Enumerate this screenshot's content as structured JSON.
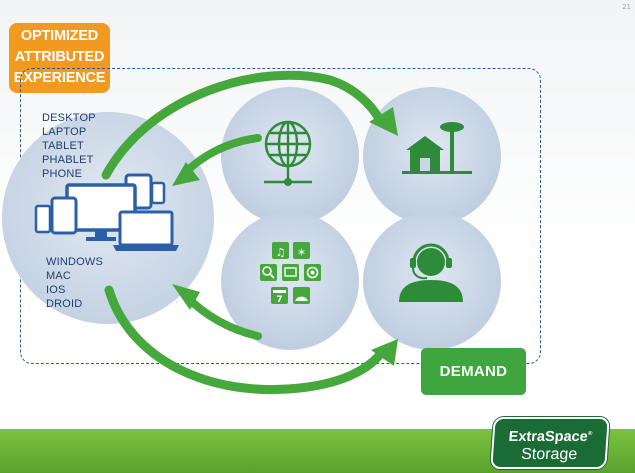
{
  "page_number": "21",
  "title_badge": {
    "lines": [
      "OPTIMIZED",
      "ATTRIBUTED",
      "EXPERIENCE"
    ]
  },
  "devices": {
    "items": [
      "DESKTOP",
      "LAPTOP",
      "TABLET",
      "PHABLET",
      "PHONE"
    ]
  },
  "operating_systems": {
    "items": [
      "WINDOWS",
      "MAC",
      "IOS",
      "DROID"
    ]
  },
  "demand_label": "DEMAND",
  "logo": {
    "line1": "ExtraSpace",
    "line2": "Storage",
    "trademark": "®"
  },
  "colors": {
    "accent_orange": "#f29a1f",
    "arrow_green": "#46a83c",
    "icon_green": "#2e8b3a",
    "circle_blue": "#c9d6e6",
    "text_navy": "#1d3f70",
    "footer_green": "#6db33f",
    "logo_green": "#1b6b34"
  },
  "icons": [
    "globe-network-icon",
    "storefront-icon",
    "apps-grid-icon",
    "headset-agent-icon",
    "multi-device-icon"
  ]
}
